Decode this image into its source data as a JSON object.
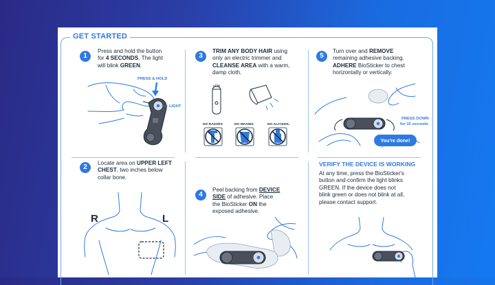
{
  "header": {
    "title": "GET STARTED"
  },
  "steps": {
    "s1": {
      "num": "1",
      "l1a": "Press and hold the button",
      "l2a": "for ",
      "l2b": "4 SECONDS",
      "l2c": ". The light",
      "l3a": "will blink ",
      "l3b": "GREEN",
      "l3c": "."
    },
    "s2": {
      "num": "2",
      "l1a": "Locate area on ",
      "l1b": "UPPER LEFT",
      "l2a": "CHEST",
      "l2b": ", two inches below",
      "l3": "collar bone."
    },
    "s3": {
      "num": "3",
      "l1a": "TRIM ANY BODY HAIR",
      "l1b": " using",
      "l2": "only an electric trimmer and",
      "l3a": "CLEANSE AREA",
      "l3b": " with a warm,",
      "l4": "damp cloth."
    },
    "s4": {
      "num": "4",
      "l1a": "Peel backing from ",
      "l1b": "DEVICE",
      "l2a": "SIDE",
      "l2b": " of adhesive. Place",
      "l3a": "the BioSticker ",
      "l3b": "ON",
      "l3c": " the",
      "l4": "exposed adhesive."
    },
    "s5": {
      "num": "5",
      "l1a": "Turn over and ",
      "l1b": "REMOVE",
      "l2": "remaining adhesive backing.",
      "l3a": "ADHERE",
      "l3b": " BioSticker to chest",
      "l4": "horizontally or vertically."
    }
  },
  "labels": {
    "press_hold": "PRESS & HOLD",
    "light": "LIGHT",
    "no_razors": "NO RAZORS",
    "no_waxing": "NO WAXING",
    "no_alcohol": "NO ALCOHOL",
    "press_down_1": "PRESS DOWN",
    "press_down_2": "for 15 seconds",
    "right": "R",
    "left": "L"
  },
  "done_button": "You're done!",
  "verify": {
    "title": "VERIFY THE DEVICE IS WORKING",
    "l1": "At any time, press the BioSticker's",
    "l2": "button and confirm the light blinks",
    "l3": "GREEN. If the device does not",
    "l4": "blink green or does not blink at all,",
    "l5": "please contact support."
  },
  "colors": {
    "accent": "#2f7ae0",
    "text": "#1b2a3a",
    "divider": "#9ec3ef"
  }
}
